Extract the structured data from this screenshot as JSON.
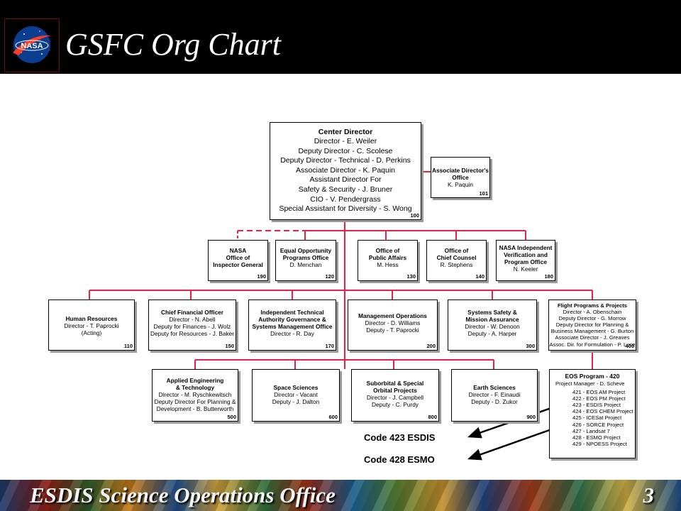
{
  "slide": {
    "title": "GSFC Org Chart",
    "logo_text": "NASA",
    "footer_title": "ESDIS Science Operations Office",
    "page_number": "3",
    "colors": {
      "header": "#000000",
      "connector": "#e8214a",
      "arrow": "#000000"
    }
  },
  "org": {
    "center_director": {
      "name": "Center Director",
      "lines": "Director - E. Weiler\nDeputy Director - C. Scolese\nDeputy Director - Technical - D. Perkins\nAssociate Director - K. Paquin\nAssistant Director For\nSafety & Security - J. Bruner\nCIO - V. Pendergrass\nSpecial Assistant for Diversity - S. Wong",
      "code": "100"
    },
    "associate_director_office": {
      "name": "Associate Director's\nOffice",
      "lines": "K. Paquin",
      "code": "101"
    },
    "staff_offices": [
      {
        "id": "ig",
        "name": "NASA\nOffice of\nInspector General",
        "lines": "",
        "code": "190"
      },
      {
        "id": "eo",
        "name": "Equal Opportunity\nPrograms Office",
        "lines": "D. Menchan",
        "code": "120"
      },
      {
        "id": "pa",
        "name": "Office of\nPublic Affairs",
        "lines": "M. Hess",
        "code": "130"
      },
      {
        "id": "cc",
        "name": "Office of\nChief Counsel",
        "lines": "R. Stephens",
        "code": "140"
      },
      {
        "id": "ivv",
        "name": "NASA Independent\nVerification and\nProgram Office",
        "lines": "N. Keeler",
        "code": "180"
      }
    ],
    "directorates_row1": [
      {
        "id": "hr",
        "name": "Human Resources",
        "lines": "Director - T. Paprocki\n(Acting)",
        "code": "110"
      },
      {
        "id": "cfo",
        "name": "Chief Financial Officer",
        "lines": "Director - N. Abell\nDeputy for Finances - J. Wolz\nDeputy for Resources - J. Baker",
        "code": "150"
      },
      {
        "id": "itag",
        "name": "Independent Technical\nAuthority Governance &\nSystems Management Office",
        "lines": "Director - R. Day",
        "code": "170"
      },
      {
        "id": "mo",
        "name": "Management Operations",
        "lines": "Director - D. Williams\nDeputy - T. Paprocki",
        "code": "200"
      },
      {
        "id": "ssma",
        "name": "Systems Safety &\nMission Assurance",
        "lines": "Director - W. Denoon\nDeputy - A. Harper",
        "code": "300"
      },
      {
        "id": "fpp",
        "name": "Flight Programs & Projects",
        "lines": "Director - A. Obenschain\nDeputy Director - G. Morrow\nDeputy Director for Planning &\nBusiness Management - G. Burton\nAssociate Director - J. Greaves\nAssoc. Dir. for Formulation - P. Luce",
        "code": "400"
      }
    ],
    "directorates_row2": [
      {
        "id": "aet",
        "name": "Applied Engineering\n& Technology",
        "lines": "Director - M. Ryschkewitsch\nDeputy Director For Planning &\nDevelopment - B. Butterworth",
        "code": "500"
      },
      {
        "id": "ss",
        "name": "Space Sciences",
        "lines": "Director - Vacant\nDeputy - J. Dalton",
        "code": "600"
      },
      {
        "id": "sop",
        "name": "Suborbital & Special\nOrbital Projects",
        "lines": "Director - J. Campbell\nDeputy - C. Purdy",
        "code": "800"
      },
      {
        "id": "es",
        "name": "Earth Sciences",
        "lines": "Director - F. Einaudi\nDeputy - D. Zukor",
        "code": "900"
      }
    ],
    "eos_program": {
      "name": "EOS Program - 420",
      "manager": "Project Manager - D. Scheve",
      "projects": [
        "421 - EOS AM Project",
        "422 - EOS PM Project",
        "423 - ESDIS Project",
        "424 - EOS CHEM Project",
        "425 - ICESat Project",
        "426 - SORCE Project",
        "427 - Landsat 7",
        "428 - ESMO Project",
        "429 - NPOESS Project"
      ]
    }
  },
  "callouts": [
    {
      "id": "esdis",
      "text": "Code 423 ESDIS"
    },
    {
      "id": "esmo",
      "text": "Code 428 ESMO"
    }
  ]
}
